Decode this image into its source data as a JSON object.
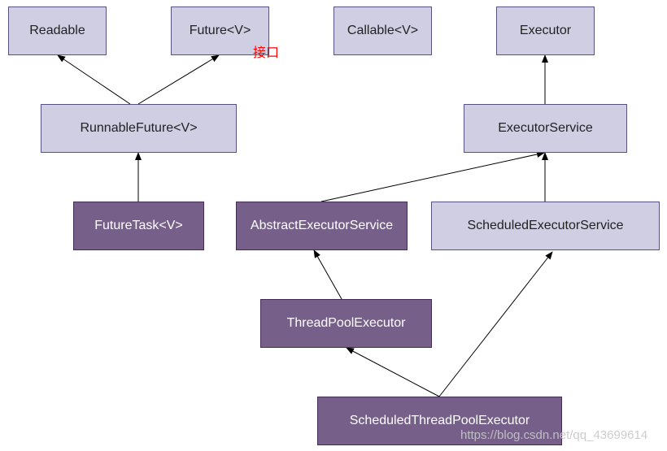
{
  "nodes": {
    "readable": "Readable",
    "future": "Future<V>",
    "callable": "Callable<V>",
    "executor": "Executor",
    "runnable_future": "RunnableFuture<V>",
    "executor_service": "ExecutorService",
    "future_task": "FutureTask<V>",
    "abstract_executor_service": "AbstractExecutorService",
    "scheduled_executor_service": "ScheduledExecutorService",
    "thread_pool_executor": "ThreadPoolExecutor",
    "scheduled_thread_pool_executor": "ScheduledThreadPoolExecutor"
  },
  "annotation": "接口",
  "watermark": "https://blog.csdn.net/qq_43699614",
  "colors": {
    "interface_fill": "#d0cee2",
    "class_fill": "#76608a",
    "annotation": "#ff0000"
  }
}
